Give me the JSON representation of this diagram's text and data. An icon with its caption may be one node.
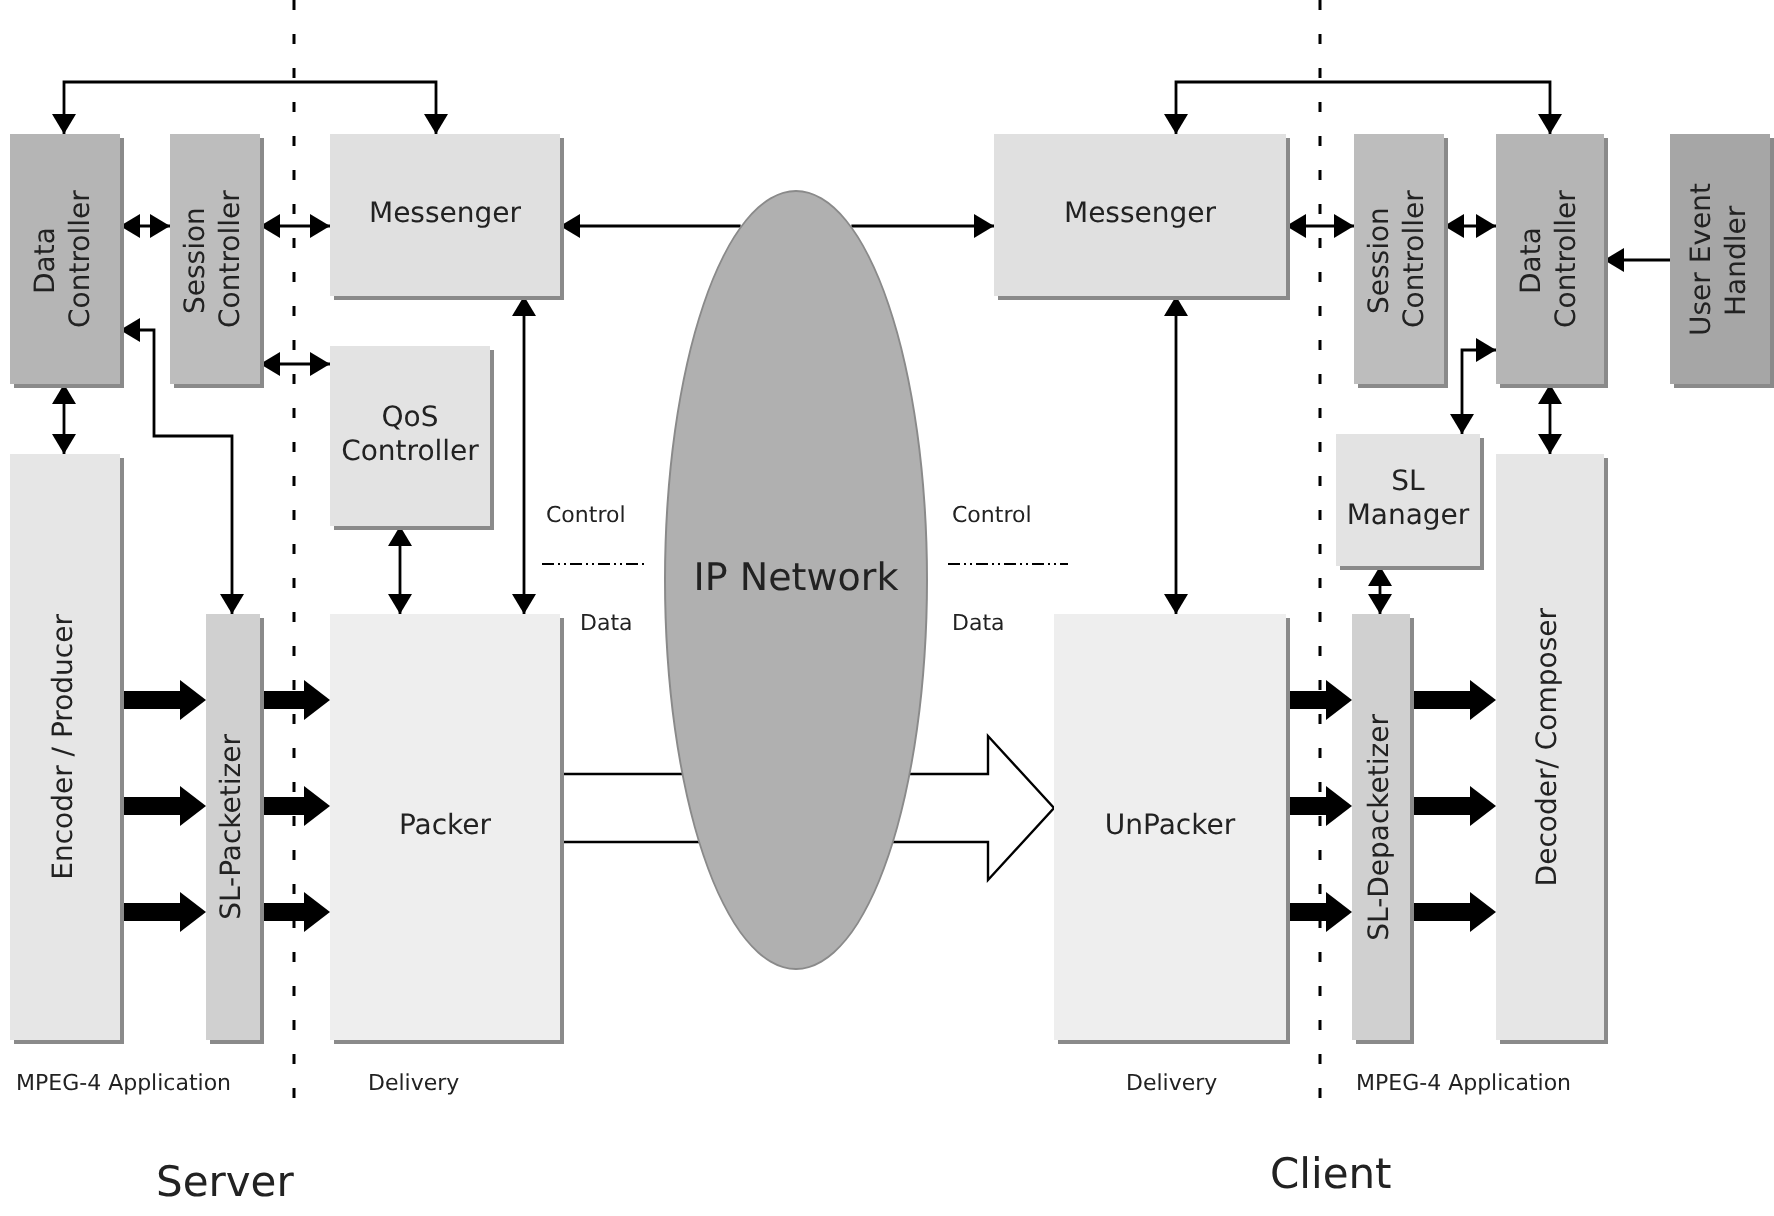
{
  "diagram": {
    "nodes": [
      {
        "text": [
          "Data Controller"
        ]
      },
      {
        "text": [
          "Session Controller"
        ]
      },
      {
        "text": [
          "Messenger"
        ]
      },
      {
        "text": [
          "QoS Controller"
        ]
      },
      {
        "text": [
          "Encoder / Producer"
        ]
      },
      {
        "text": [
          "SL-Packetizer"
        ]
      },
      {
        "text": [
          "Packer"
        ]
      },
      {
        "text": [
          "IP Network"
        ]
      },
      {
        "text": [
          "Messenger"
        ]
      },
      {
        "text": [
          "Session Controller"
        ]
      },
      {
        "text": [
          "Data Controller"
        ]
      },
      {
        "text": [
          "User Event Handler"
        ]
      },
      {
        "text": [
          "SL Manager"
        ]
      },
      {
        "text": [
          "UnPacker"
        ]
      },
      {
        "text": [
          "SL-Depacketizer"
        ]
      },
      {
        "text": [
          "Decoder/ Composer"
        ]
      }
    ],
    "edges": [
      {
        "from": 0,
        "to": 2,
        "arrow": "both"
      },
      {
        "from": 0,
        "to": 1,
        "arrow": "both"
      },
      {
        "from": 1,
        "to": 2,
        "arrow": "both"
      },
      {
        "from": 1,
        "to": 3,
        "arrow": "both"
      },
      {
        "from": 0,
        "to": 4,
        "arrow": "both"
      },
      {
        "from": 0,
        "to": 5,
        "arrow": "both"
      },
      {
        "from": 3,
        "to": 6,
        "arrow": "both"
      },
      {
        "from": 2,
        "to": 6,
        "arrow": "both"
      },
      {
        "from": 7,
        "to": 2,
        "arrow": "to"
      },
      {
        "from": 7,
        "to": 8,
        "arrow": "to"
      },
      {
        "from": 6,
        "to": 13,
        "arrow": "to",
        "style": "thick"
      },
      {
        "from": 4,
        "to": 5,
        "arrow": "to",
        "style": "thick"
      },
      {
        "from": 4,
        "to": 5,
        "arrow": "to",
        "style": "thick"
      },
      {
        "from": 4,
        "to": 5,
        "arrow": "to",
        "style": "thick"
      },
      {
        "from": 5,
        "to": 6,
        "arrow": "to",
        "style": "thick"
      },
      {
        "from": 5,
        "to": 6,
        "arrow": "to",
        "style": "thick"
      },
      {
        "from": 5,
        "to": 6,
        "arrow": "to",
        "style": "thick"
      },
      {
        "from": 8,
        "to": 10,
        "arrow": "both"
      },
      {
        "from": 8,
        "to": 9,
        "arrow": "both"
      },
      {
        "from": 9,
        "to": 10,
        "arrow": "both"
      },
      {
        "from": 11,
        "to": 10,
        "arrow": "to"
      },
      {
        "from": 10,
        "to": 12,
        "arrow": "both"
      },
      {
        "from": 10,
        "to": 15,
        "arrow": "both"
      },
      {
        "from": 12,
        "to": 14,
        "arrow": "both"
      },
      {
        "from": 8,
        "to": 13,
        "arrow": "both"
      },
      {
        "from": 13,
        "to": 14,
        "arrow": "to",
        "style": "thick"
      },
      {
        "from": 13,
        "to": 14,
        "arrow": "to",
        "style": "thick"
      },
      {
        "from": 13,
        "to": 14,
        "arrow": "to",
        "style": "thick"
      },
      {
        "from": 14,
        "to": 15,
        "arrow": "to",
        "style": "thick"
      },
      {
        "from": 14,
        "to": 15,
        "arrow": "to",
        "style": "thick"
      },
      {
        "from": 14,
        "to": 15,
        "arrow": "to",
        "style": "thick"
      }
    ],
    "labels": [
      "Control",
      "Data",
      "Control",
      "Data",
      "MPEG-4 Application",
      "Delivery",
      "Delivery",
      "MPEG-4 Application",
      "Server",
      "Client"
    ]
  }
}
